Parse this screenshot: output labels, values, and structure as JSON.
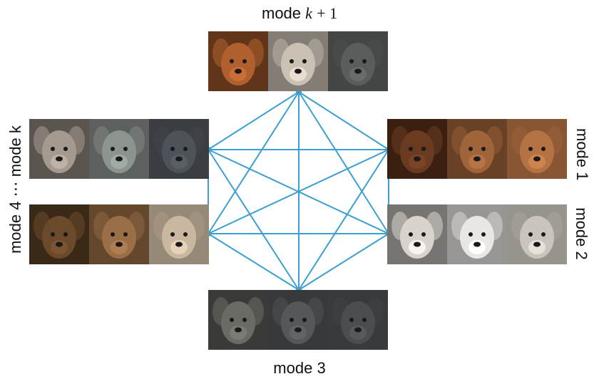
{
  "labels": {
    "top_mode": "mode",
    "top_k": "k",
    "top_plus": "+ 1",
    "bottom": "mode 3",
    "right_upper": "mode 1",
    "right_lower": "mode 2",
    "left_mode4": "mode 4",
    "left_dots": "⋯",
    "left_modek_word": "mode",
    "left_modek_k": "k"
  },
  "colors": {
    "edge": "#3b9fd1",
    "background": "#ffffff"
  },
  "groups": [
    {
      "name": "wolves-top",
      "tones": [
        "#b0602e",
        "#c9c1b4",
        "#5a5d5c"
      ]
    },
    {
      "name": "weimaraners-left-upper",
      "tones": [
        "#a59a90",
        "#8d9490",
        "#4d5358"
      ]
    },
    {
      "name": "ibizan-hounds-left-lower",
      "tones": [
        "#6b4a2c",
        "#9a6e47",
        "#c9b7a0"
      ]
    },
    {
      "name": "cavaliers-right-upper",
      "tones": [
        "#6b3b21",
        "#a0643b",
        "#b57343"
      ]
    },
    {
      "name": "maltese-right-lower",
      "tones": [
        "#d8d3cd",
        "#e9e7e3",
        "#c9c4bc"
      ]
    },
    {
      "name": "wolfhounds-bottom",
      "tones": [
        "#6a6b65",
        "#55575a",
        "#4c4d4f"
      ]
    }
  ]
}
